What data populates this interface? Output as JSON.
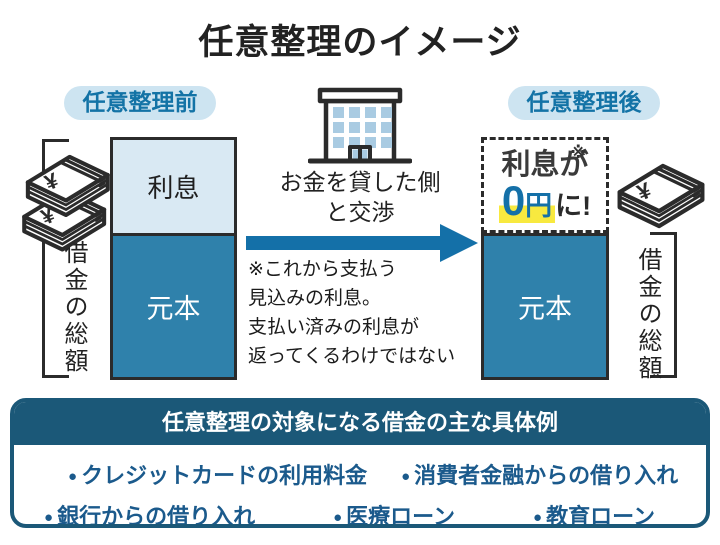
{
  "title": "任意整理のイメージ",
  "before": {
    "badge": "任意整理前",
    "interest_label": "利息",
    "principal_label": "元本",
    "total_label": "借金の総額"
  },
  "middle": {
    "negotiate_line1": "お金を貸した側",
    "negotiate_line2": "と交渉",
    "note_lines": [
      "※これから支払う",
      "見込みの利息。",
      "支払い済みの利息が",
      "返ってくるわけではない"
    ]
  },
  "after": {
    "badge": "任意整理後",
    "interest_line1": "利息が",
    "interest_mark": "※",
    "zero_amount_number": "0",
    "zero_amount_unit": "円",
    "zero_suffix": "に!",
    "principal_label": "元本",
    "total_label": "借金の総額"
  },
  "examples": {
    "title": "任意整理の対象になる借金の主な具体例",
    "bullet": "●",
    "row1": [
      "クレジットカードの利用料金",
      "消費者金融からの借り入れ"
    ],
    "row2": [
      "銀行からの借り入れ",
      "医療ローン",
      "教育ローン"
    ]
  },
  "icons": {
    "money_stack": "yen-banknote-bundle-icon",
    "building": "lender-building-icon",
    "arrow": "right-arrow-icon"
  },
  "colors": {
    "accent": "#1470a8",
    "bar-dark": "#2f81ab",
    "bar-light": "#d9e9f3",
    "badge-bg": "#cde4f1",
    "badge-text": "#1373a6",
    "panel": "#1b5878",
    "item-text": "#1b5a8c",
    "yellow": "#f8e93f",
    "outline": "#2b2b2b"
  }
}
